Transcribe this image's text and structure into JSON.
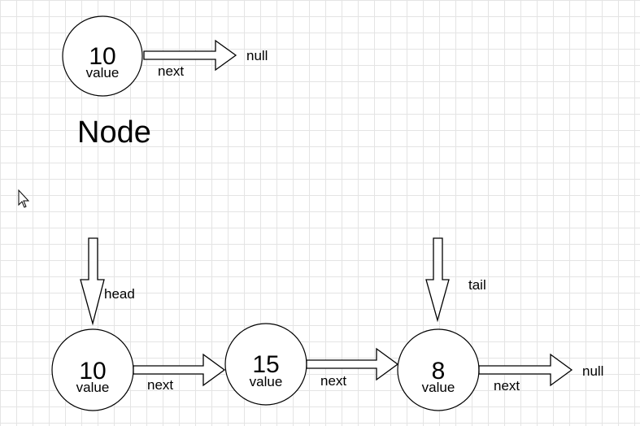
{
  "diagram": {
    "single_node": {
      "value": "10",
      "value_label": "value",
      "next_label": "next",
      "null_label": "null",
      "caption": "Node"
    },
    "list": {
      "head_label": "head",
      "tail_label": "tail",
      "null_label": "null",
      "nodes": [
        {
          "value": "10",
          "value_label": "value",
          "next_label": "next"
        },
        {
          "value": "15",
          "value_label": "value",
          "next_label": "next"
        },
        {
          "value": "8",
          "value_label": "value",
          "next_label": "next"
        }
      ]
    }
  }
}
